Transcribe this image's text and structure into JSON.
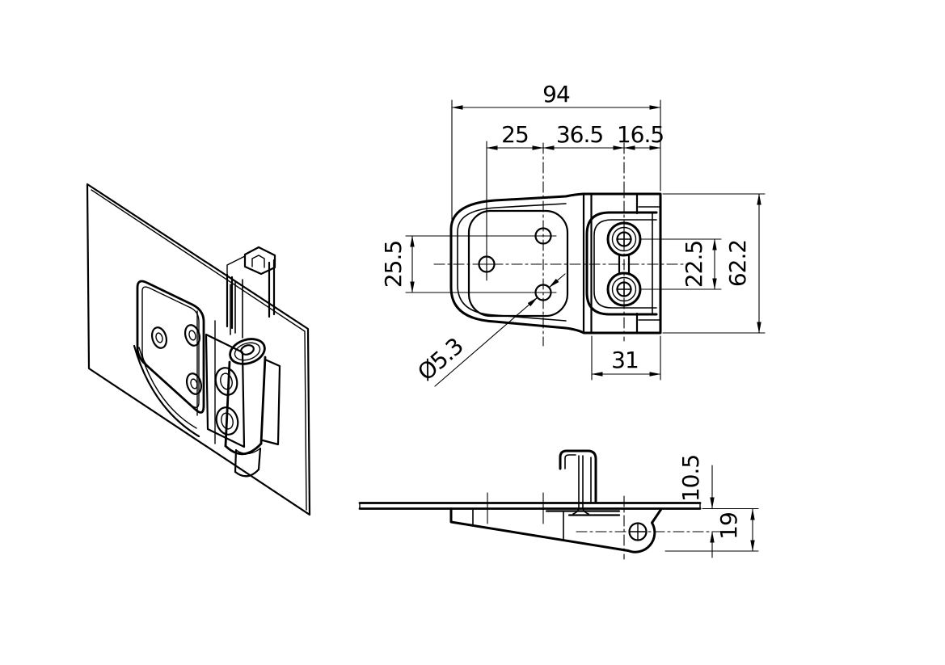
{
  "drawing_type": "hinge-technical-drawing",
  "colors": {
    "background": "#ffffff",
    "line": "#000000"
  },
  "dims": {
    "front": {
      "overall_width": "94",
      "span_left": "25",
      "span_mid": "36.5",
      "span_right": "16.5",
      "hole_spacing": "25.5",
      "boss_spacing": "22.5",
      "overall_height": "62.2",
      "knuckle_section_width": "31",
      "hole_diameter": "Ø5.3"
    },
    "side": {
      "pin_axis_offset": "10.5",
      "depth_below_plate": "19"
    }
  }
}
